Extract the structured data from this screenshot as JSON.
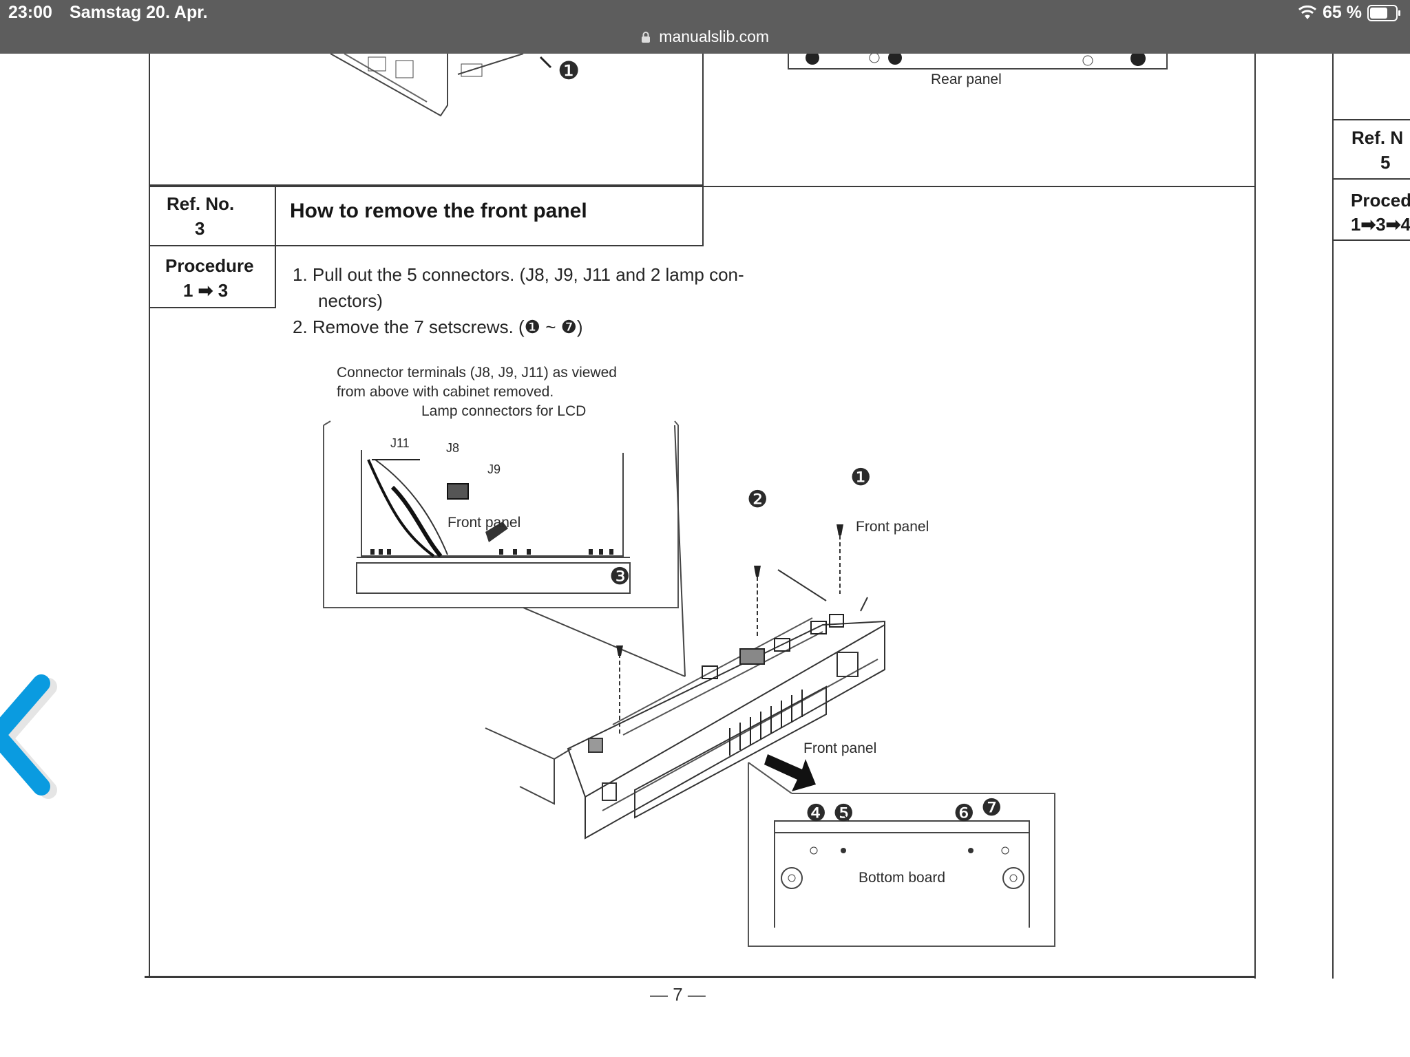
{
  "status_bar": {
    "time": "23:00",
    "date": "Samstag 20. Apr.",
    "battery": "65 %",
    "url": "manualslib.com"
  },
  "manual": {
    "top_callout": "❶",
    "rear_panel_label": "Rear panel",
    "ref_no_label": "Ref. No.",
    "ref_no_value": "3",
    "title": "How to remove the front panel",
    "procedure_label": "Procedure",
    "procedure_value": "1 ➡ 3",
    "steps": [
      "1.  Pull out the 5 connectors. (J8, J9, J11 and 2 lamp con-",
      "nectors)",
      "2.  Remove the 7 setscrews. (❶ ~ ❼)"
    ],
    "inset_caption_line1": "Connector terminals (J8, J9, J11) as viewed",
    "inset_caption_line2": "from above with cabinet removed.",
    "lamp_connectors_label": "Lamp connectors for LCD",
    "j11": "J11",
    "j8": "J8",
    "j9": "J9",
    "inset_front_panel": "Front panel",
    "main_front_panel": "Front panel",
    "bottom_front_panel": "Front panel",
    "bottom_board": "Bottom board",
    "page_number": "— 7 —",
    "callouts": {
      "one": "❶",
      "two": "❷",
      "three": "❸",
      "four": "❹",
      "five": "❺",
      "six": "❻",
      "seven": "❼"
    }
  },
  "next_page": {
    "ref_no_label": "Ref. N",
    "ref_no_value": "5",
    "procedure_label": "Proced",
    "procedure_value": "1➡3➡4"
  }
}
